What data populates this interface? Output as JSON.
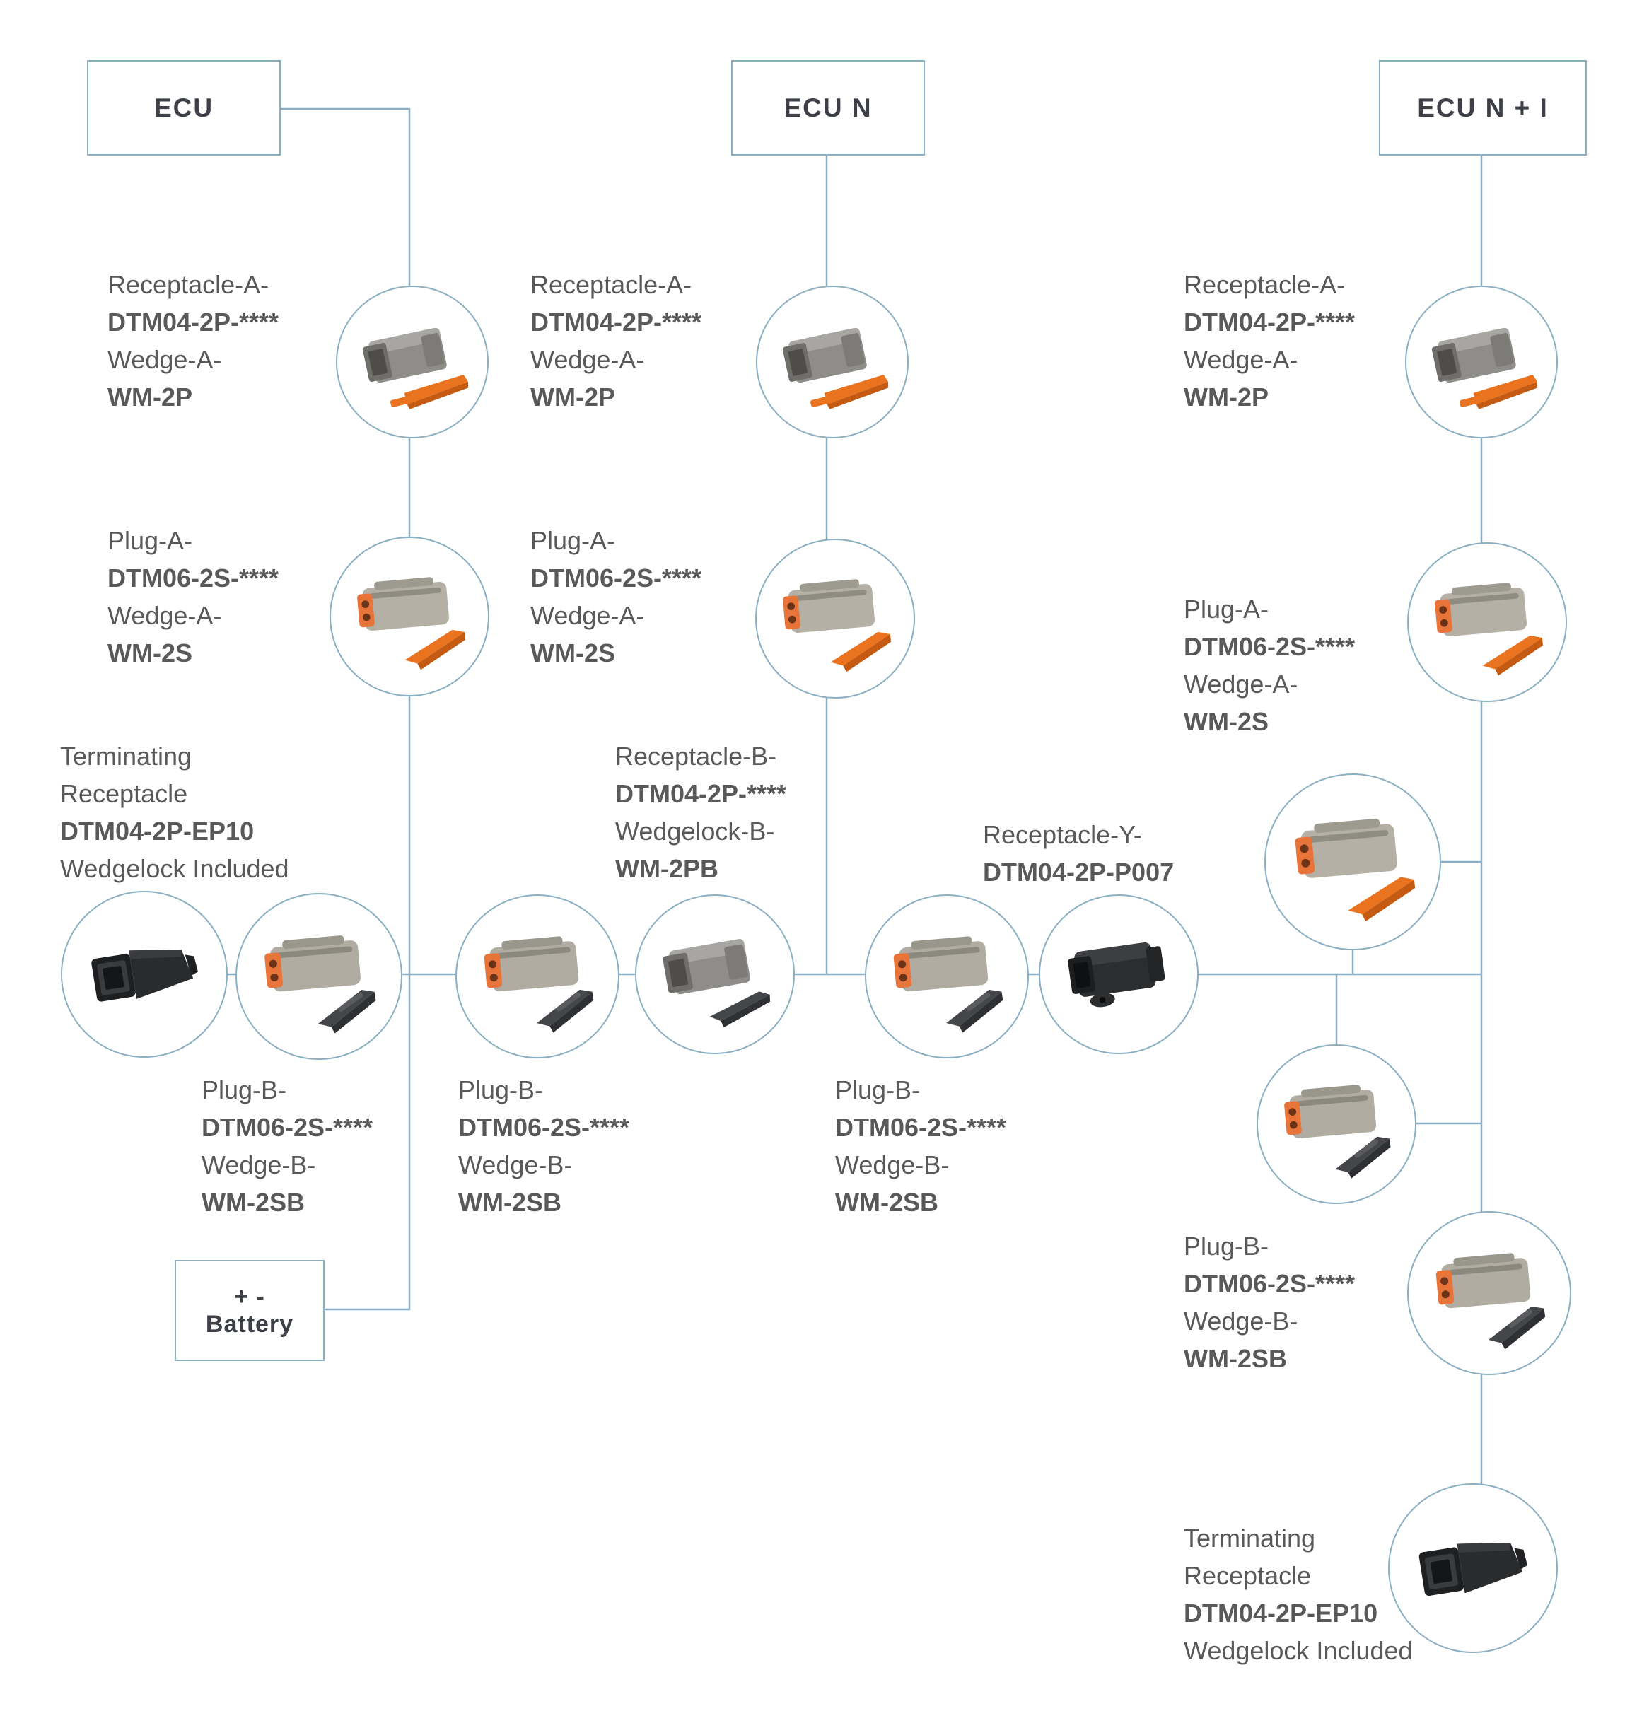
{
  "nodes": {
    "ecu": "ECU",
    "ecu_n": "ECU N",
    "ecu_n_i": "ECU N + I",
    "battery_sign": "+ -",
    "battery": "Battery"
  },
  "labels": {
    "receptacle_a": [
      "Receptacle-A-",
      "DTM04-2P-****",
      "Wedge-A-",
      "WM-2P"
    ],
    "plug_a": [
      "Plug-A-",
      "DTM06-2S-****",
      "Wedge-A-",
      "WM-2S"
    ],
    "plug_b": [
      "Plug-B-",
      "DTM06-2S-****",
      "Wedge-B-",
      "WM-2SB"
    ],
    "receptacle_b": [
      "Receptacle-B-",
      "DTM04-2P-****",
      "Wedgelock-B-",
      "WM-2PB"
    ],
    "receptacle_y": [
      "Receptacle-Y-",
      "DTM04-2P-P007"
    ],
    "terminating": [
      "Terminating",
      "Receptacle",
      "DTM04-2P-EP10",
      "Wedgelock Included"
    ]
  },
  "connector_images": {
    "receptacle_a": "gray-receptacle-with-orange-wedge",
    "plug_a": "gray-plug-with-orange-wedge",
    "plug_b": "gray-plug-with-black-wedge",
    "receptacle_b": "gray-receptacle-with-black-wedge",
    "receptacle_y": "black-y-receptacle",
    "terminating_receptacle": "black-terminating-receptacle"
  },
  "colors": {
    "line": "#8aafc2",
    "label_text": "#58595b",
    "node_text": "#3d4147",
    "orange": "#e9731f",
    "connector_gray": "#b4b0a5",
    "connector_dark": "#2a2b2d",
    "background": "#ffffff"
  }
}
